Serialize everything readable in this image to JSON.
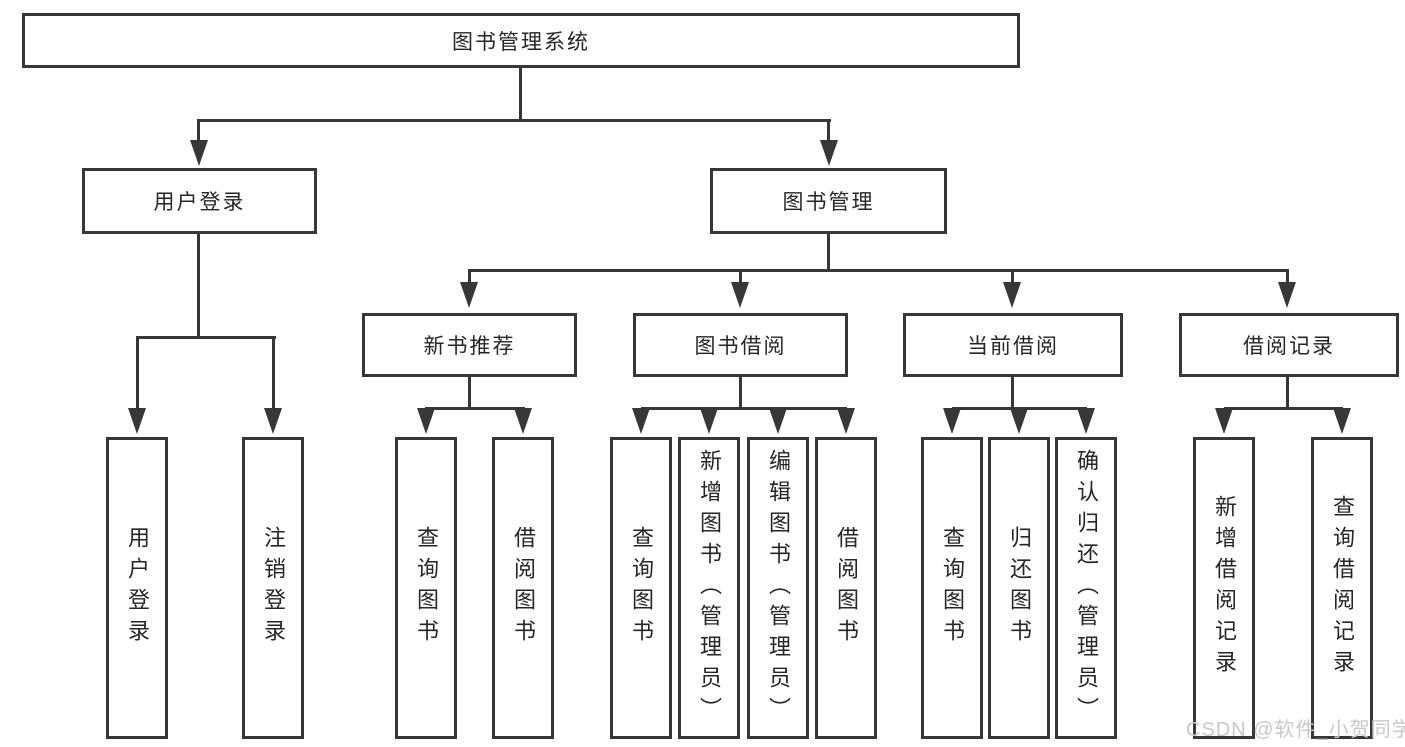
{
  "colors": {
    "line": "#373737",
    "text": "#262626",
    "watermark": "#c9c9c9",
    "background": "#ffffff"
  },
  "tree": {
    "root": {
      "label": "图书管理系统",
      "children": [
        {
          "label": "用户登录",
          "children": [
            {
              "label": "用户登录"
            },
            {
              "label": "注销登录"
            }
          ]
        },
        {
          "label": "图书管理",
          "children": [
            {
              "label": "新书推荐",
              "children": [
                {
                  "label": "查询图书"
                },
                {
                  "label": "借阅图书"
                }
              ]
            },
            {
              "label": "图书借阅",
              "children": [
                {
                  "label": "查询图书"
                },
                {
                  "label": "新增图书（管理员）"
                },
                {
                  "label": "编辑图书（管理员）"
                },
                {
                  "label": "借阅图书"
                }
              ]
            },
            {
              "label": "当前借阅",
              "children": [
                {
                  "label": "查询图书"
                },
                {
                  "label": "归还图书"
                },
                {
                  "label": "确认归还（管理员）"
                }
              ]
            },
            {
              "label": "借阅记录",
              "children": [
                {
                  "label": "新增借阅记录"
                },
                {
                  "label": "查询借阅记录"
                }
              ]
            }
          ]
        }
      ]
    }
  },
  "watermark": {
    "text": "CSDN @软件_小贺同学"
  }
}
